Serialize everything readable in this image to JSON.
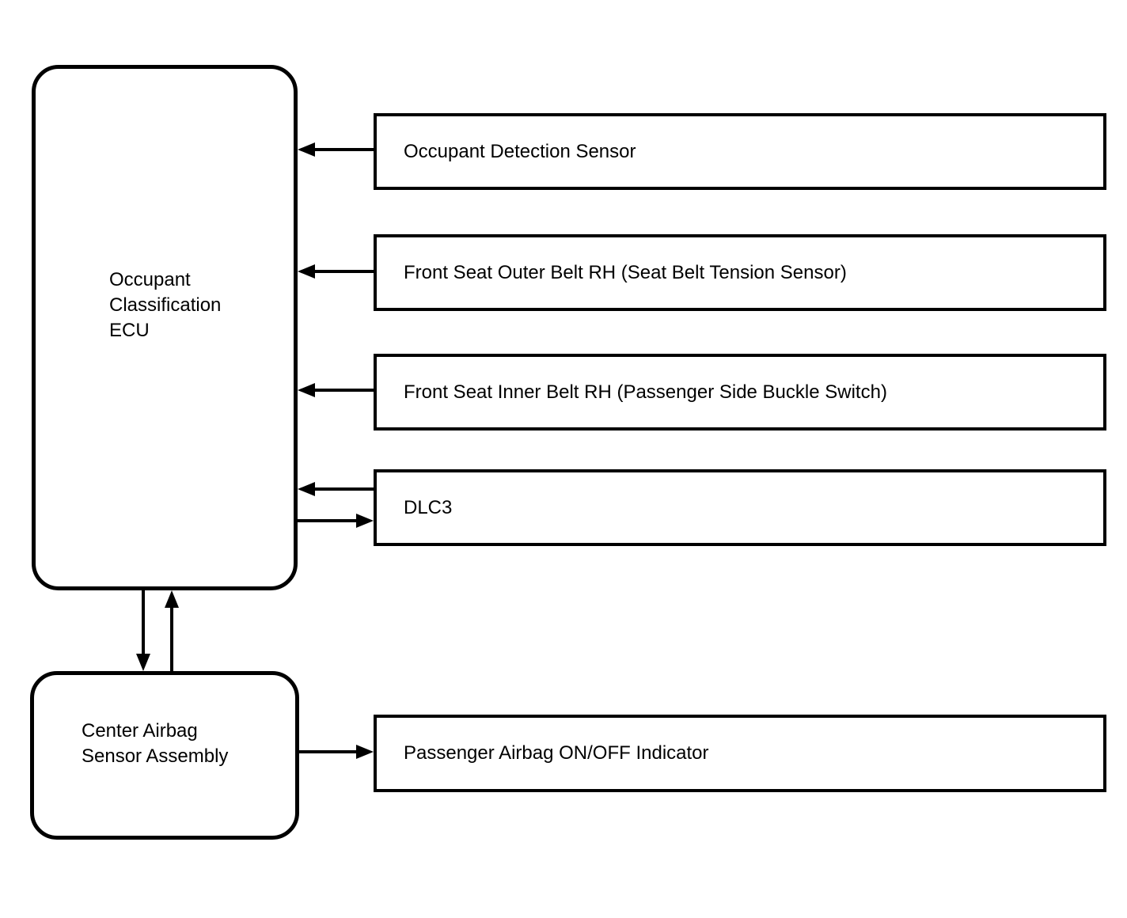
{
  "diagram": {
    "nodes": {
      "occupant_classification_ecu": {
        "lines": [
          "Occupant",
          "Classification",
          "ECU"
        ]
      },
      "center_airbag_sensor_assembly": {
        "lines": [
          "Center Airbag",
          "Sensor Assembly"
        ]
      },
      "occupant_detection_sensor": {
        "label": "Occupant Detection Sensor"
      },
      "front_seat_outer_belt_rh": {
        "label": "Front Seat Outer Belt RH (Seat Belt Tension Sensor)"
      },
      "front_seat_inner_belt_rh": {
        "label": "Front Seat Inner Belt RH (Passenger Side Buckle Switch)"
      },
      "dlc3": {
        "label": "DLC3"
      },
      "passenger_airbag_on_off_indicator": {
        "label": "Passenger Airbag ON/OFF Indicator"
      }
    },
    "connections": [
      {
        "from": "occupant_detection_sensor",
        "to": "occupant_classification_ecu",
        "direction": "one-way"
      },
      {
        "from": "front_seat_outer_belt_rh",
        "to": "occupant_classification_ecu",
        "direction": "one-way"
      },
      {
        "from": "front_seat_inner_belt_rh",
        "to": "occupant_classification_ecu",
        "direction": "one-way"
      },
      {
        "from": "dlc3",
        "to": "occupant_classification_ecu",
        "direction": "two-way"
      },
      {
        "from": "occupant_classification_ecu",
        "to": "center_airbag_sensor_assembly",
        "direction": "two-way"
      },
      {
        "from": "center_airbag_sensor_assembly",
        "to": "passenger_airbag_on_off_indicator",
        "direction": "one-way"
      }
    ],
    "colors": {
      "stroke": "#000000",
      "fill": "#ffffff",
      "text": "#000000",
      "background": "#ffffff"
    }
  }
}
